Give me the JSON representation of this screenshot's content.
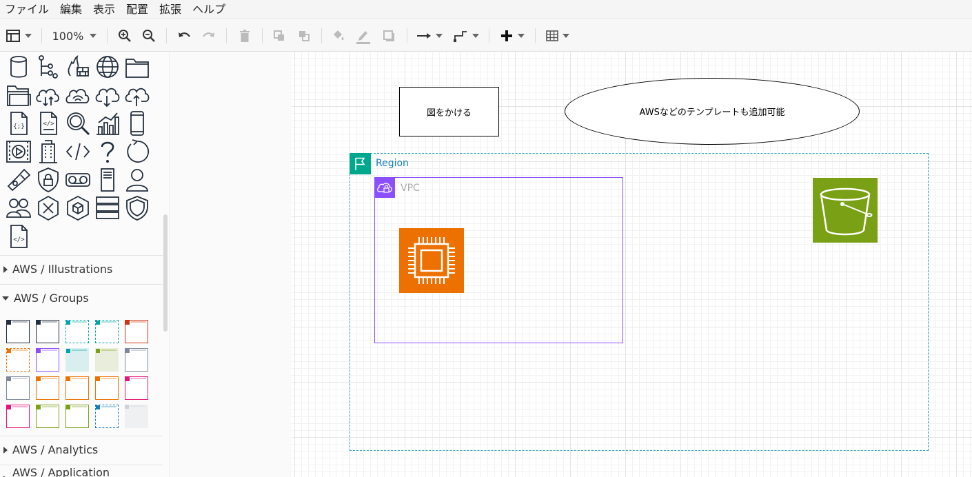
{
  "menu": [
    "ファイル",
    "編集",
    "表示",
    "配置",
    "拡張",
    "ヘルプ"
  ],
  "toolbar": {
    "zoom": "100%",
    "icons": [
      "format-panel-icon",
      "zoom-in-icon",
      "zoom-out-icon",
      "undo-icon",
      "redo-icon",
      "delete-icon",
      "to-front-icon",
      "to-back-icon",
      "fill-color-icon",
      "line-color-icon",
      "shadow-icon",
      "connection-icon",
      "waypoints-icon",
      "insert-icon",
      "table-icon"
    ]
  },
  "sidebar": {
    "sections": {
      "illustrations": "AWS / Illustrations",
      "groups": "AWS / Groups",
      "analytics": "AWS / Analytics",
      "application_integration": "AWS / Application Integration"
    },
    "colors": {
      "group_colors": [
        "#232f3e",
        "#232f3e",
        "#00a4a6",
        "#00a4a6",
        "#d13212",
        "#ed7100",
        "#8c4fff",
        "#00a4a6",
        "#7aa116",
        "#7d8998",
        "#7d8998",
        "#ed7100",
        "#ed7100",
        "#ed7100",
        "#e7157b",
        "#e7157b",
        "#7aa116",
        "#7aa116",
        "#147eba",
        "#cfd3d8"
      ]
    }
  },
  "diagram": {
    "rect_label": "図をかける",
    "ellipse_label": "AWSなどのテンプレートも追加可能",
    "region_label": "Region",
    "vpc_label": "VPC",
    "colors": {
      "region_border": "#2aa3b8",
      "region_icon": "#01a88d",
      "vpc": "#8c4fff",
      "ec2": "#ed7100",
      "s3": "#7aa116"
    }
  }
}
